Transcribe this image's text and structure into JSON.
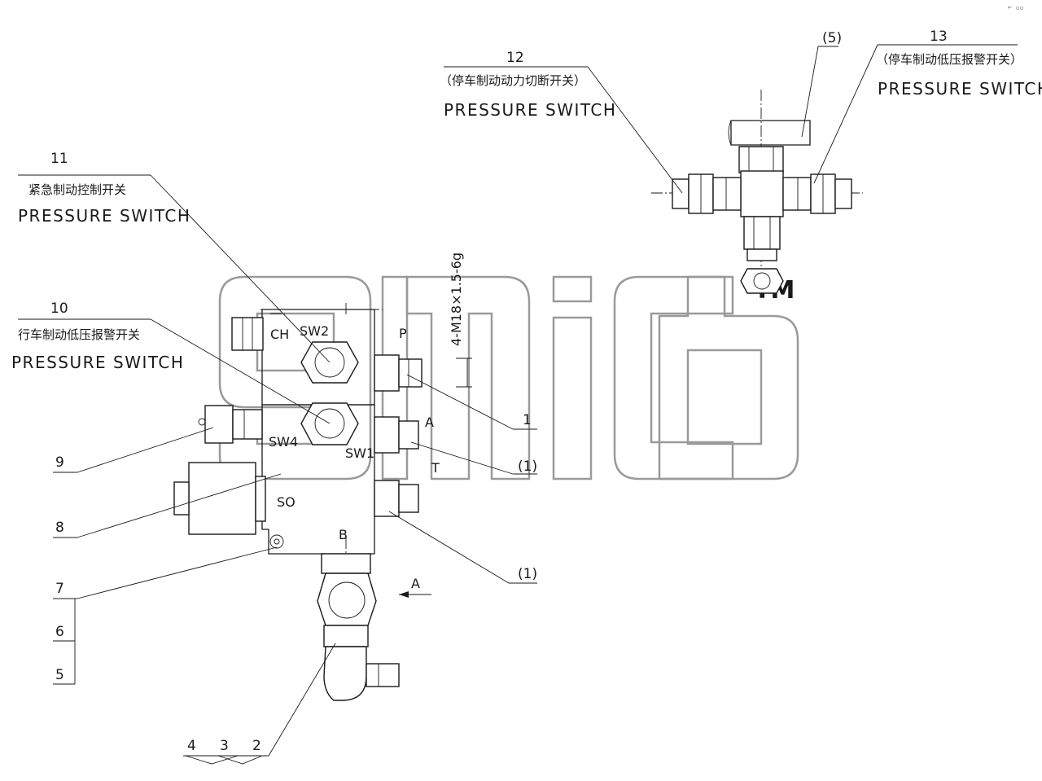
{
  "corner_mark": "⌐ ▫▫",
  "watermark": {
    "tm": "TM"
  },
  "callouts": [
    {
      "id": "c12",
      "number": "12",
      "subtitle_cn": "（停车制动动力切断开关）",
      "subtitle_en": "PRESSURE SWITCH"
    },
    {
      "id": "c13",
      "number": "13",
      "subtitle_cn": "（停车制动低压报警开关）",
      "subtitle_en": "PRESSURE SWITCH"
    },
    {
      "id": "c11",
      "number": "11",
      "subtitle_cn": "紧急制动控制开关",
      "subtitle_en": "PRESSURE SWITCH"
    },
    {
      "id": "c10",
      "number": "10",
      "subtitle_cn": "行车制动低压报警开关",
      "subtitle_en": "PRESSURE SWITCH"
    }
  ],
  "part_numbers": {
    "p5": "(5)",
    "p9": "9",
    "p8": "8",
    "p7": "7",
    "p6": "6",
    "p5b": "5",
    "p4": "4",
    "p3": "3",
    "p2": "2",
    "p1": "1",
    "p1a": "(1)",
    "p1b": "(1)"
  },
  "ports": {
    "ch": "CH",
    "sw2": "SW2",
    "p": "P",
    "sw4": "SW4",
    "sw1": "SW1",
    "a": "A",
    "t": "T",
    "so": "SO",
    "b": "B"
  },
  "thread_spec": "4-M18×1.5-6g",
  "view_arrow": "A"
}
